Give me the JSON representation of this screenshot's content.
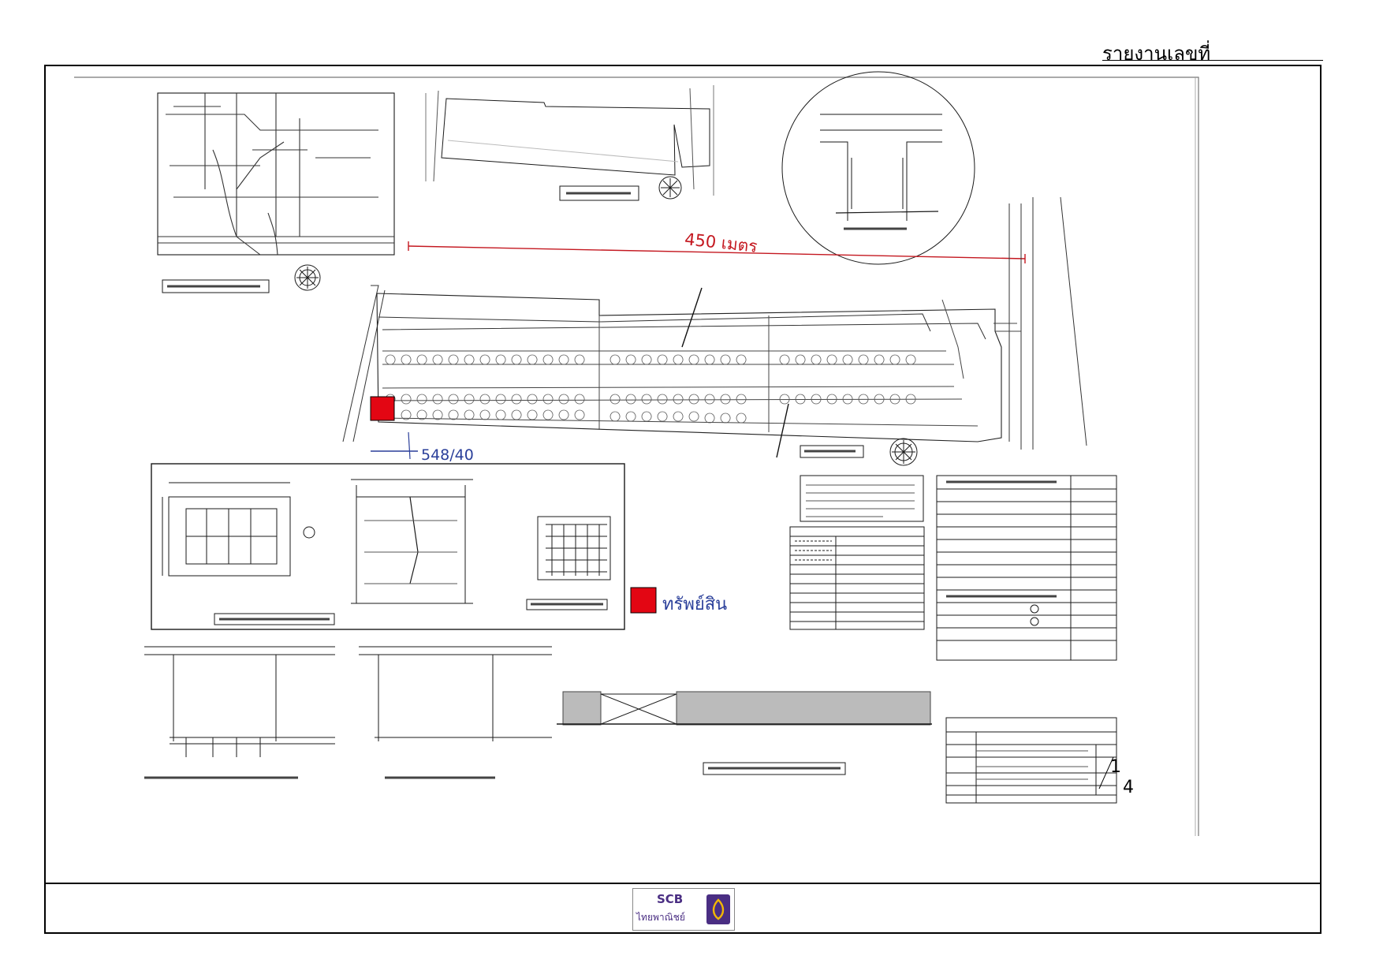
{
  "header": {
    "report_label": "รายงานเลขที่"
  },
  "annotations": {
    "distance": "450 เมตร",
    "plot_number": "548/40",
    "asset_label": "ทรัพย์สิน"
  },
  "title_block": {
    "sheet_number": "1",
    "sheet_total": "4"
  },
  "logo": {
    "brand": "SCB",
    "name_thai": "ไทยพาณิชย์"
  },
  "colors": {
    "marker_red": "#e30613",
    "annotation_red": "#c41820",
    "annotation_blue": "#2a3f9a",
    "scb_purple": "#4a2e83"
  }
}
